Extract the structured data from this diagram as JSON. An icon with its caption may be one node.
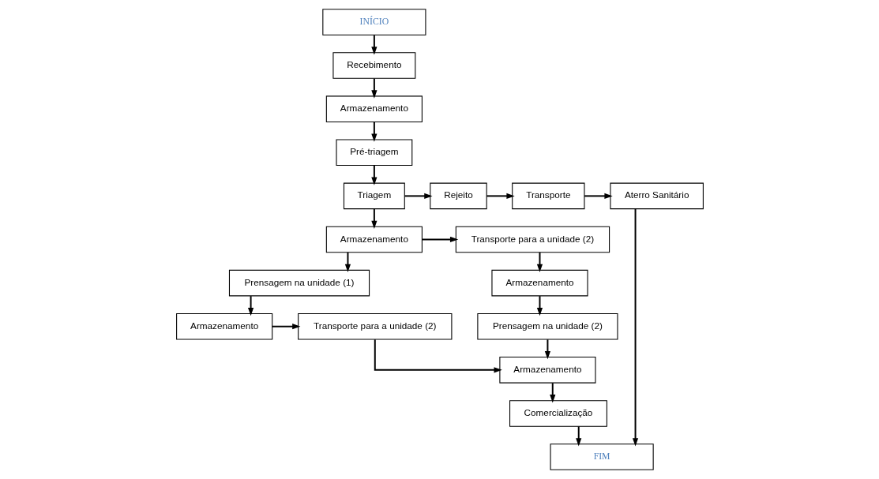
{
  "diagram": {
    "nodes": [
      {
        "text": [
          "INÍCIO"
        ]
      },
      {
        "text": [
          "Recebimento"
        ]
      },
      {
        "text": [
          "Armazenamento"
        ]
      },
      {
        "text": [
          "Pré-triagem"
        ]
      },
      {
        "text": [
          "Triagem"
        ]
      },
      {
        "text": [
          "Rejeito"
        ]
      },
      {
        "text": [
          "Transporte"
        ]
      },
      {
        "text": [
          "Aterro Sanitário"
        ]
      },
      {
        "text": [
          "FIM"
        ]
      },
      {
        "text": [
          "Armazenamento"
        ]
      },
      {
        "text": [
          "Transporte para a unidade (2)"
        ]
      },
      {
        "text": [
          "Prensagem na unidade (2)"
        ]
      },
      {
        "text": [
          "Comercialização"
        ]
      },
      {
        "text": [
          "Armazenamento"
        ]
      },
      {
        "text": [
          "Armazenamento"
        ]
      },
      {
        "text": [
          "Prensagem na unidade (1)"
        ]
      },
      {
        "text": [
          "Armazenamento"
        ]
      },
      {
        "text": [
          "Transporte para a unidade (2)"
        ]
      }
    ],
    "edges": [
      {
        "from": 0,
        "to": 1,
        "arrow": "to"
      },
      {
        "from": 1,
        "to": 2,
        "arrow": "to"
      },
      {
        "from": 2,
        "to": 3,
        "arrow": "to"
      },
      {
        "from": 3,
        "to": 4,
        "arrow": "to"
      },
      {
        "from": 4,
        "to": 5,
        "arrow": "to"
      },
      {
        "from": 5,
        "to": 6,
        "arrow": "to"
      },
      {
        "from": 6,
        "to": 7,
        "arrow": "to"
      },
      {
        "from": 7,
        "to": 8,
        "arrow": "to"
      },
      {
        "from": 4,
        "to": 9,
        "arrow": "to"
      },
      {
        "from": 9,
        "to": 10,
        "arrow": "to"
      },
      {
        "from": 10,
        "to": 13,
        "arrow": "to"
      },
      {
        "from": 13,
        "to": 11,
        "arrow": "to"
      },
      {
        "from": 11,
        "to": 14,
        "arrow": "to"
      },
      {
        "from": 14,
        "to": 12,
        "arrow": "to"
      },
      {
        "from": 12,
        "to": 8,
        "arrow": "to"
      },
      {
        "from": 9,
        "to": 15,
        "arrow": "to"
      },
      {
        "from": 15,
        "to": 16,
        "arrow": "to"
      },
      {
        "from": 16,
        "to": 17,
        "arrow": "to"
      },
      {
        "from": 17,
        "to": 14,
        "arrow": "to"
      }
    ]
  }
}
